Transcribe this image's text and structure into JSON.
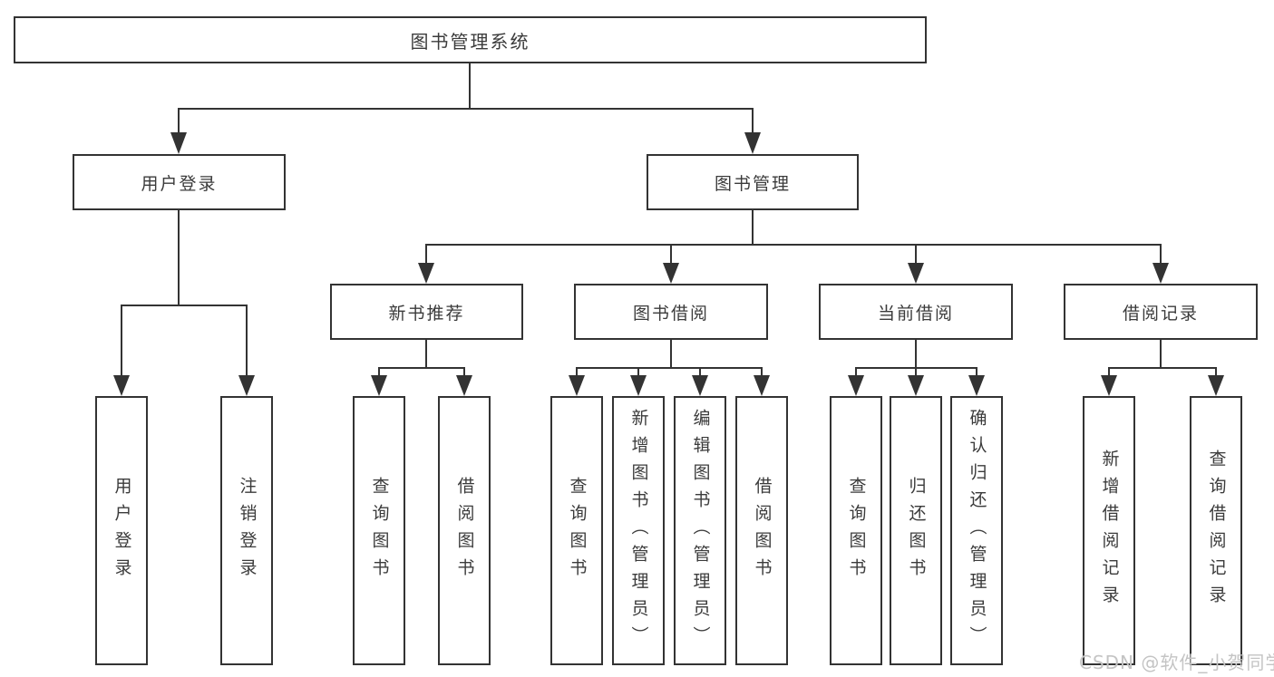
{
  "diagram": {
    "title": "图书管理系统",
    "branches": [
      {
        "label": "用户登录",
        "children": [
          "用户登录",
          "注销登录"
        ]
      },
      {
        "label": "图书管理",
        "sections": [
          {
            "label": "新书推荐",
            "children": [
              "查询图书",
              "借阅图书"
            ]
          },
          {
            "label": "图书借阅",
            "children": [
              "查询图书",
              "新增图书（管理员）",
              "编辑图书（管理员）",
              "借阅图书"
            ]
          },
          {
            "label": "当前借阅",
            "children": [
              "查询图书",
              "归还图书",
              "确认归还（管理员）"
            ]
          },
          {
            "label": "借阅记录",
            "children": [
              "新增借阅记录",
              "查询借阅记录"
            ]
          }
        ]
      }
    ],
    "colors": {
      "line": "#333333",
      "text": "#3b3b3b",
      "watermark": "#c4c4c4"
    },
    "watermark": "CSDN @软件_小贺同学"
  }
}
